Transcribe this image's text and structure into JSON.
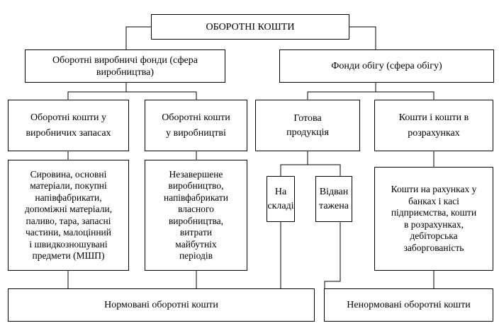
{
  "diagram": {
    "root": "ОБОРОТНІ КОШТИ",
    "branches": {
      "production_funds": "Оборотні виробничі фонди (сфера\nвиробництва)",
      "circulation_funds": "Фонди обігу (сфера обігу)"
    },
    "categories": {
      "stocks": "Оборотні кошти у\nвиробничих запасах",
      "in_production": "Оборотні кошти\nу виробництві",
      "finished_goods": "Готова\nпродукція",
      "settlements": "Кошти і кошти в\nрозрахунках"
    },
    "details": {
      "stocks_items": "Сировина, основні\nматеріали, покупні\nнапівфабрикати,\nдопоміжні матеріали,\nпаливо, тара, запасні\nчастини, малоцінний\nі швидкозношувані\nпредмети (МШП)",
      "in_production_items": "Незавершене\nвиробництво,\nнапівфабрикати\nвласного\nвиробництва,\nвитрати\nмайбутніх\nперіодів",
      "in_warehouse": "На\nскладі",
      "shipped": "Відван\nтажена",
      "settlements_items": "Кошти на рахунках у\nбанках і касі\nпідприємства, кошти\nв розрахунках,\nдебіторська\nзаборгованість"
    },
    "groups": {
      "normed": "Нормовані оборотні кошти",
      "non_normed": "Ненормовані оборотні кошти"
    }
  }
}
